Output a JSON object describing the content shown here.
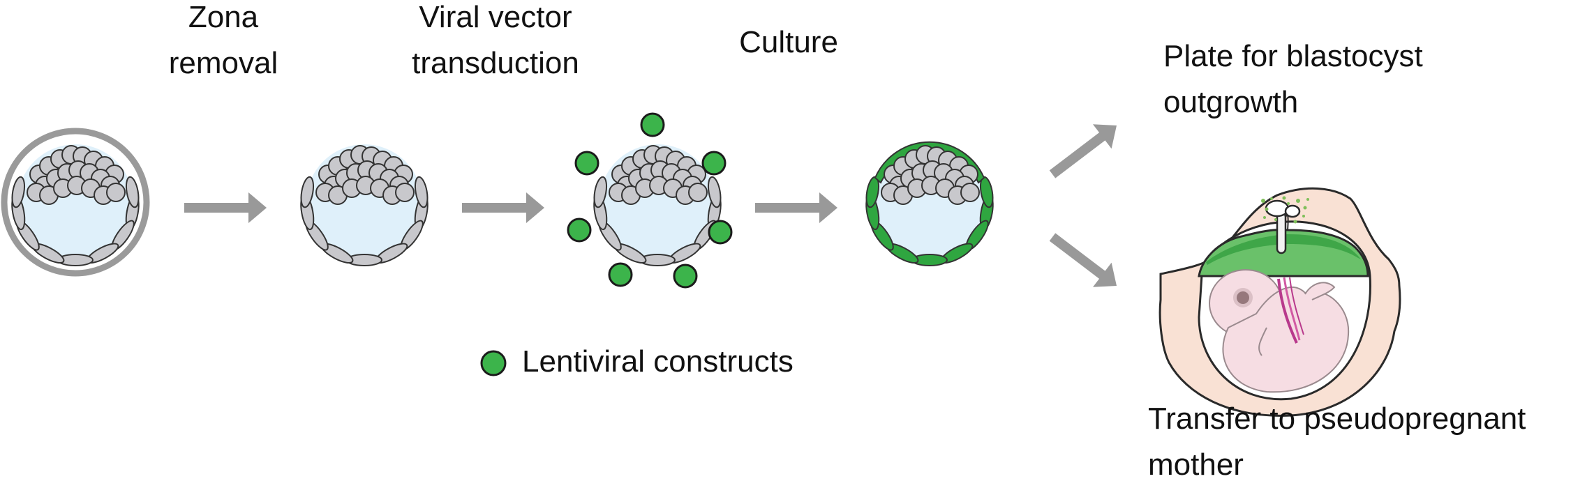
{
  "steps": {
    "zona_removal": [
      "Zona",
      "removal"
    ],
    "viral_vector": [
      "Viral vector",
      "transduction"
    ],
    "culture": [
      "Culture"
    ]
  },
  "outcomes": {
    "plate": [
      "Plate for blastocyst",
      "outgrowth"
    ],
    "transfer": [
      "Transfer to pseudopregnant",
      "mother"
    ]
  },
  "legend": {
    "lentiviral": "Lentiviral constructs"
  },
  "colors": {
    "arrow": "#999999",
    "cavity": "#dff0fa",
    "cell_fill": "#c8c8cc",
    "cell_stroke": "#333333",
    "zona": "#9a9a9a",
    "lentivirus": "#3cb44b",
    "transduced_cell": "#2fa640",
    "uterus": "#f9e1d4",
    "embryo": "#f6dde3",
    "placenta": "#6ac16a"
  }
}
